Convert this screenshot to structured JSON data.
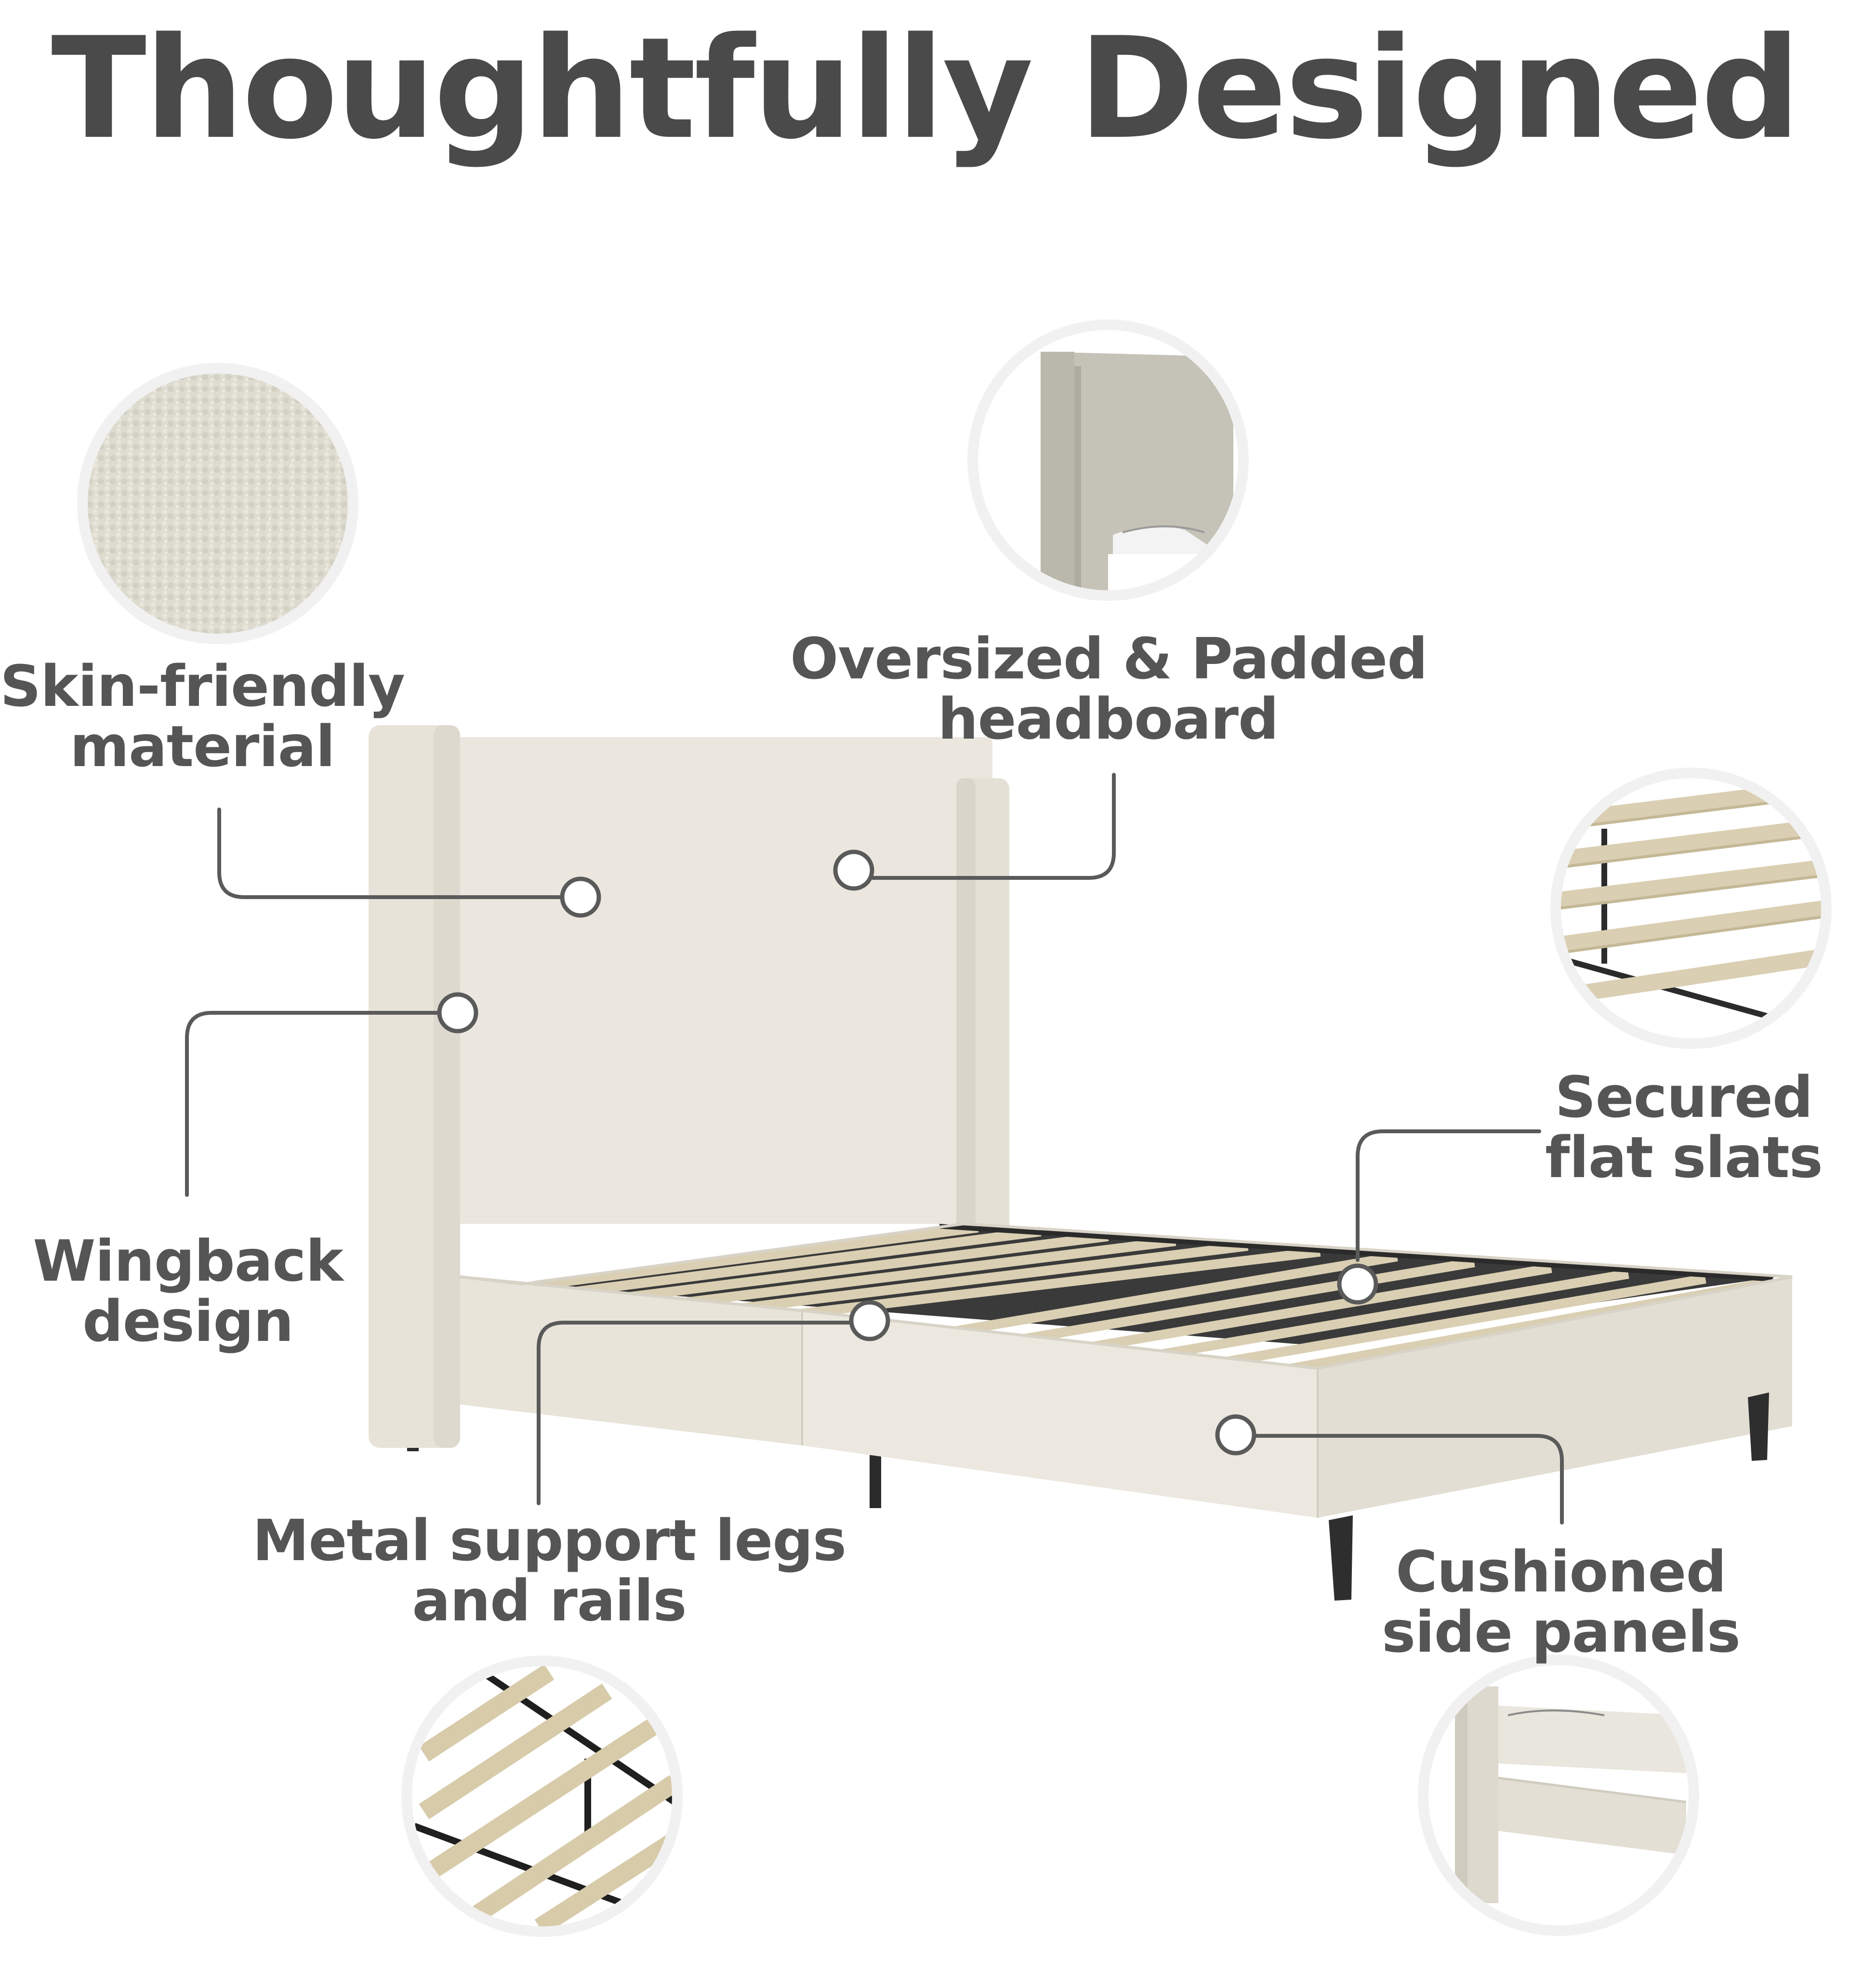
{
  "title": "Thoughtfully Designed",
  "colors": {
    "text": "#555555",
    "line": "#5a5a5a",
    "fabric": "#ece8df",
    "slat": "#d9cdb0",
    "metal": "#2b2b2b",
    "ring": "#efefef"
  },
  "callouts": [
    {
      "id": "skin-friendly",
      "lines": [
        "Skin-friendly",
        "material"
      ],
      "icon": "fabric-texture-icon"
    },
    {
      "id": "headboard",
      "lines": [
        "Oversized & Padded",
        "headboard"
      ],
      "icon": "headboard-closeup-icon"
    },
    {
      "id": "slats",
      "lines": [
        "Secured",
        "flat slats"
      ],
      "icon": "slats-closeup-icon"
    },
    {
      "id": "wingback",
      "lines": [
        "Wingback",
        "design"
      ],
      "icon": null
    },
    {
      "id": "metal-legs",
      "lines": [
        "Metal support legs",
        "and rails"
      ],
      "icon": "metal-frame-closeup-icon"
    },
    {
      "id": "side-panels",
      "lines": [
        "Cushioned",
        "side panels"
      ],
      "icon": "side-panel-closeup-icon"
    }
  ]
}
